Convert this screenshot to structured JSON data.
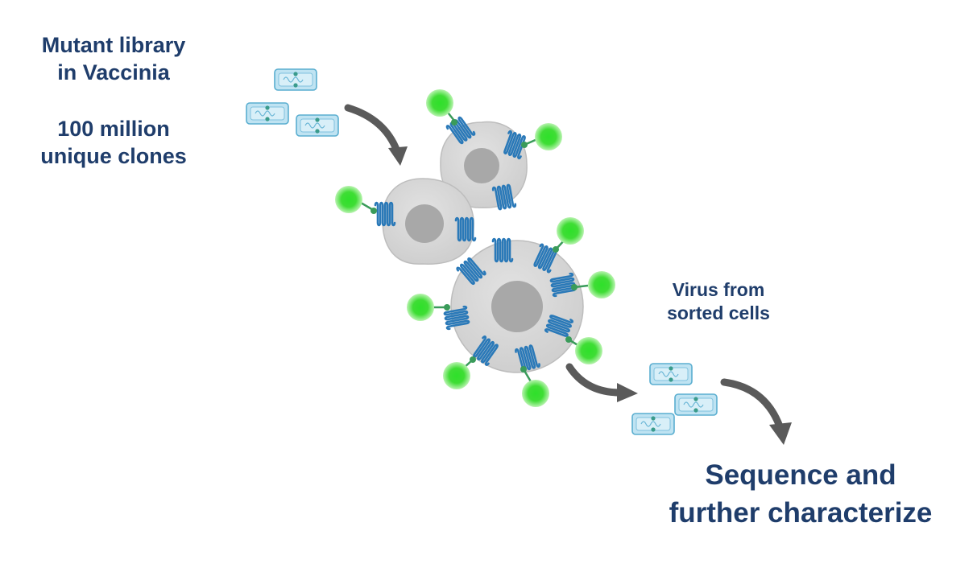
{
  "labels": {
    "library_line1": "Mutant library",
    "library_line2": "in Vaccinia",
    "clones_line1": "100 million",
    "clones_line2": "unique clones",
    "virus_line1": "Virus from",
    "virus_line2": "sorted cells",
    "sequence_line1": "Sequence and",
    "sequence_line2": "further characterize"
  },
  "colors": {
    "text": "#1f3d6b",
    "arrow": "#555555",
    "cell_body": "#d9d9d9",
    "cell_nucleus": "#a8a8a8",
    "receptor": "#2a79b8",
    "ligand": "#35d82e",
    "virion": "#bfe3f2"
  }
}
